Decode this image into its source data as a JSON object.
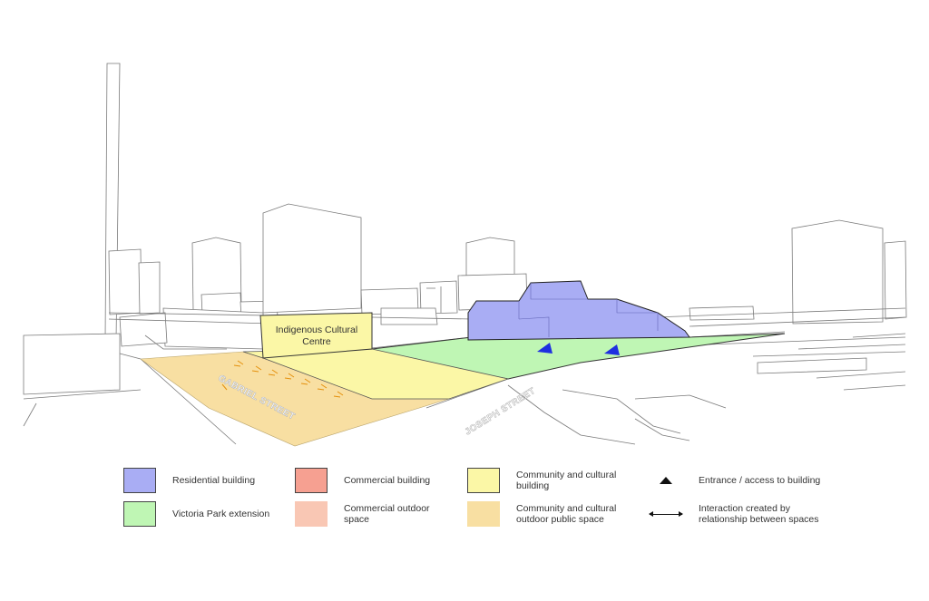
{
  "colors": {
    "residential": "#a9adf4",
    "commercial": "#f6a091",
    "community": "#fbf7a6",
    "park": "#bff6b4",
    "commercial_outdoor": "#f9c7b4",
    "community_outdoor": "#f8dfa2",
    "entrance": "#1f2fe0",
    "interaction": "#e4900c"
  },
  "diagram": {
    "building_label": [
      "Indigenous Cultural",
      "Centre"
    ],
    "streets": [
      "GABRIEL STREET",
      "JOSEPH STREET"
    ]
  },
  "legend": [
    {
      "id": "residential",
      "label": "Residential building",
      "color": "#a9adf4",
      "kind": "swatch"
    },
    {
      "id": "commercial",
      "label": "Commercial building",
      "color": "#f6a091",
      "kind": "swatch"
    },
    {
      "id": "community",
      "label": "Community and cultural building",
      "color": "#fbf7a6",
      "kind": "swatch"
    },
    {
      "id": "entrance",
      "label": "Entrance / access to building",
      "kind": "triangle"
    },
    {
      "id": "park",
      "label": "Victoria Park extension",
      "color": "#bff6b4",
      "kind": "swatch"
    },
    {
      "id": "commercial_outdoor",
      "label": "Commercial outdoor space",
      "color": "#f9c7b4",
      "kind": "soft"
    },
    {
      "id": "community_outdoor",
      "label": "Community and cultural outdoor public space",
      "color": "#f8dfa2",
      "kind": "soft"
    },
    {
      "id": "interaction",
      "label": "Interaction created by relationship between spaces",
      "kind": "arrow"
    }
  ]
}
